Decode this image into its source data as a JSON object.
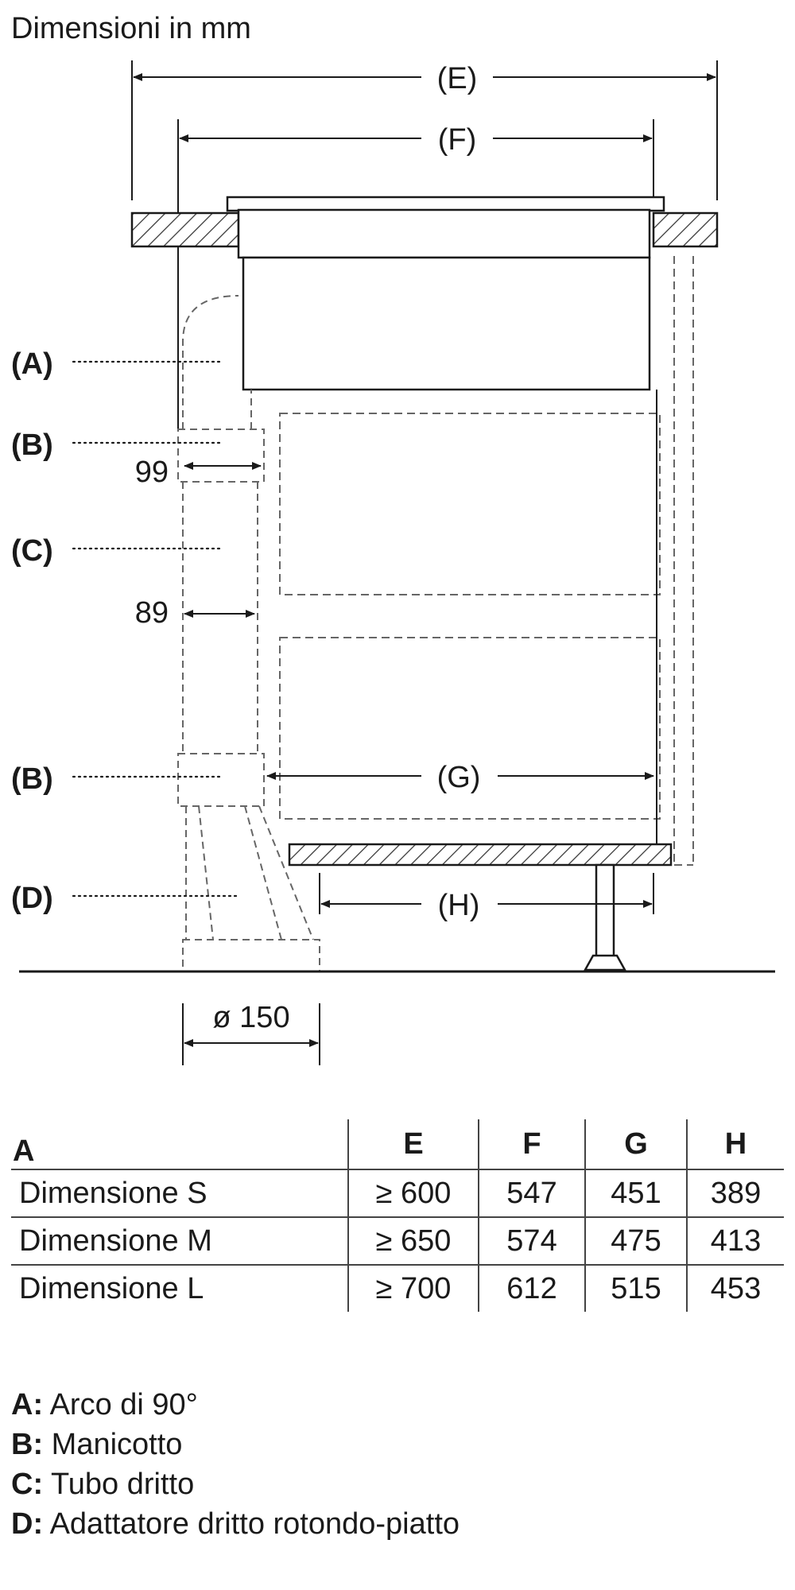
{
  "title": "Dimensioni in mm",
  "dimensions": {
    "E": "(E)",
    "F": "(F)",
    "G": "(G)",
    "H": "(H)",
    "v99": "99",
    "v89": "89",
    "diameter": "ø 150"
  },
  "callouts": {
    "A": "(A)",
    "B1": "(B)",
    "C": "(C)",
    "B2": "(B)",
    "D": "(D)"
  },
  "table": {
    "headers": [
      "A",
      "E",
      "F",
      "G",
      "H"
    ],
    "rows": [
      [
        "Dimensione S",
        "≥ 600",
        "547",
        "451",
        "389"
      ],
      [
        "Dimensione M",
        "≥ 650",
        "574",
        "475",
        "413"
      ],
      [
        "Dimensione L",
        "≥ 700",
        "612",
        "515",
        "453"
      ]
    ]
  },
  "legend": [
    {
      "key": "A:",
      "text": "Arco di 90°"
    },
    {
      "key": "B:",
      "text": "Manicotto"
    },
    {
      "key": "C:",
      "text": "Tubo dritto"
    },
    {
      "key": "D:",
      "text": "Adattatore dritto rotondo-piatto"
    }
  ]
}
